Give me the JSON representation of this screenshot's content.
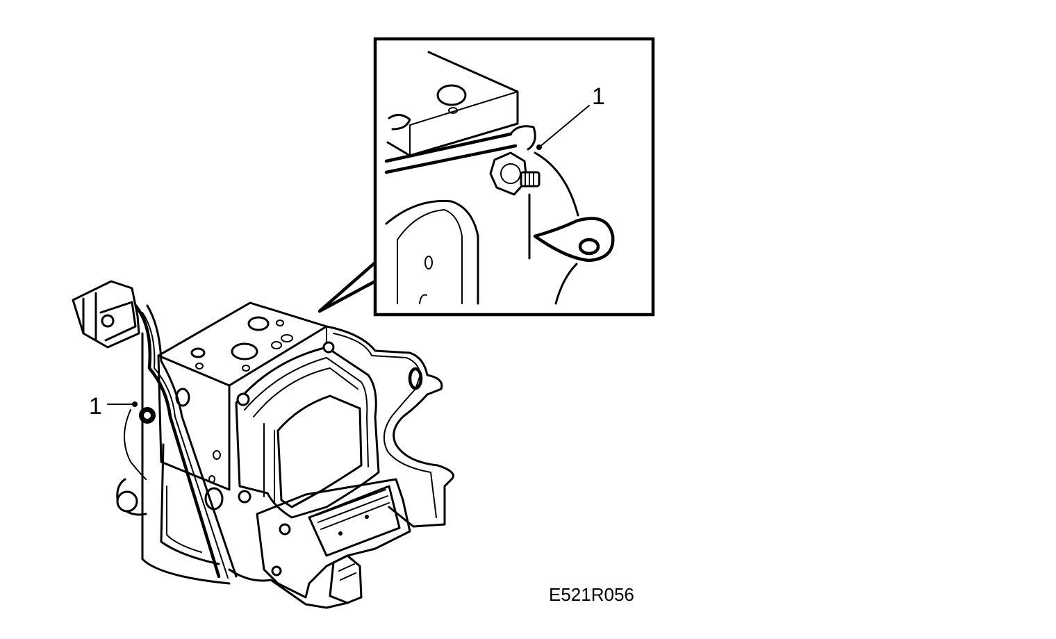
{
  "diagram": {
    "reference_code": "E521R056",
    "callouts": [
      {
        "id": "callout-main",
        "label": "1"
      },
      {
        "id": "callout-inset",
        "label": "1"
      }
    ]
  }
}
